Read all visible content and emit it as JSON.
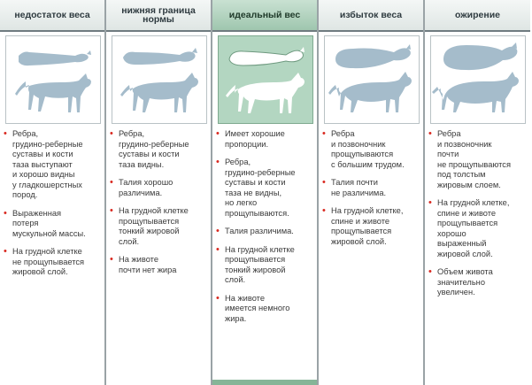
{
  "columns": [
    {
      "id": "underweight",
      "title_lines": [
        "недостаток веса"
      ],
      "highlight": false,
      "bullets": [
        "Ребра,\nгрудино-реберные\nсуставы и кости\nтаза выступают\nи хорошо видны\nу гладкошерстных\nпород.",
        "Выраженная\nпотеря\nмускульной массы.",
        "На грудной клетке\nне прощупывается\nжировой слой."
      ]
    },
    {
      "id": "lower-normal",
      "title_lines": [
        "нижняя граница",
        "нормы"
      ],
      "highlight": false,
      "bullets": [
        "Ребра,\nгрудино-реберные\nсуставы и кости\nтаза видны.",
        "Талия хорошо\nразличима.",
        "На грудной клетке\nпрощупывается\nтонкий жировой\nслой.",
        "На животе\nпочти нет жира"
      ]
    },
    {
      "id": "ideal",
      "title_lines": [
        "идеальный вес"
      ],
      "highlight": true,
      "bullets": [
        "Имеет хорошие\nпропорции.",
        "Ребра,\nгрудино-реберные\nсуставы и кости\nтаза не видны,\nно легко\nпрощупываются.",
        "Талия различима.",
        "На грудной клетке\nпрощупывается\nтонкий жировой\nслой.",
        "На животе\nимеется немного\nжира."
      ]
    },
    {
      "id": "overweight",
      "title_lines": [
        "избыток веса"
      ],
      "highlight": false,
      "bullets": [
        "Ребра\nи позвоночник\nпрощупываются\nс большим трудом.",
        "Талия почти\nне различима.",
        "На грудной клетке,\nспине и животе\nпрощупывается\nжировой слой."
      ]
    },
    {
      "id": "obesity",
      "title_lines": [
        "ожирение"
      ],
      "highlight": false,
      "bullets": [
        "Ребра\nи позвоночник\nпочти\nне прощупываются\nпод толстым\nжировым слоем.",
        "На грудной клетке,\nспине и животе\nпрощупывается\nхорошо\nвыраженный\nжировой слой.",
        "Объем живота\nзначительно\nувеличен."
      ]
    }
  ],
  "colors": {
    "silhouette": "#a5bccb",
    "ideal_panel": "#b3d6c1",
    "ideal_header": "#9fc6ae",
    "bullet": "#d9281f"
  },
  "icons": {
    "top_view": "cat-top-view-silhouette-icon",
    "side_view": "cat-side-view-silhouette-icon"
  }
}
